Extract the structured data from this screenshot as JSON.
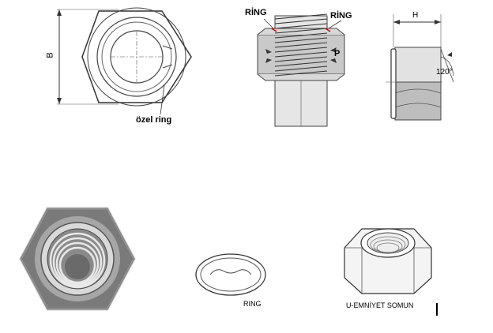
{
  "labels": {
    "dimension_b": "B",
    "special_ring": "özel ring",
    "ring_left": "RİNG",
    "ring_right": "RİNG",
    "pitch_p": "P",
    "dimension_h": "H",
    "angle": "120°",
    "ring_caption": "RING",
    "nut_caption": "U-EMNİYET SOMUN"
  },
  "colors": {
    "line": "#333333",
    "fill_light": "#dcdcdc",
    "fill_mid": "#bdbdbd",
    "fill_dark": "#6e6e6e"
  }
}
